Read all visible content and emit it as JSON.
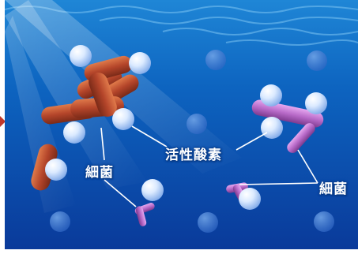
{
  "labels": {
    "bacteria_left": "細菌",
    "active_oxygen": "活性酸素",
    "bacteria_right": "細菌"
  },
  "colors": {
    "water_top": "#0d64c0",
    "water_bottom": "#0a3a9a",
    "bacteria_left": "#b4452a",
    "bacteria_right": "#b86ac8",
    "oxygen_bubble": "#e8f2ff",
    "pointer": "#c0392b"
  }
}
